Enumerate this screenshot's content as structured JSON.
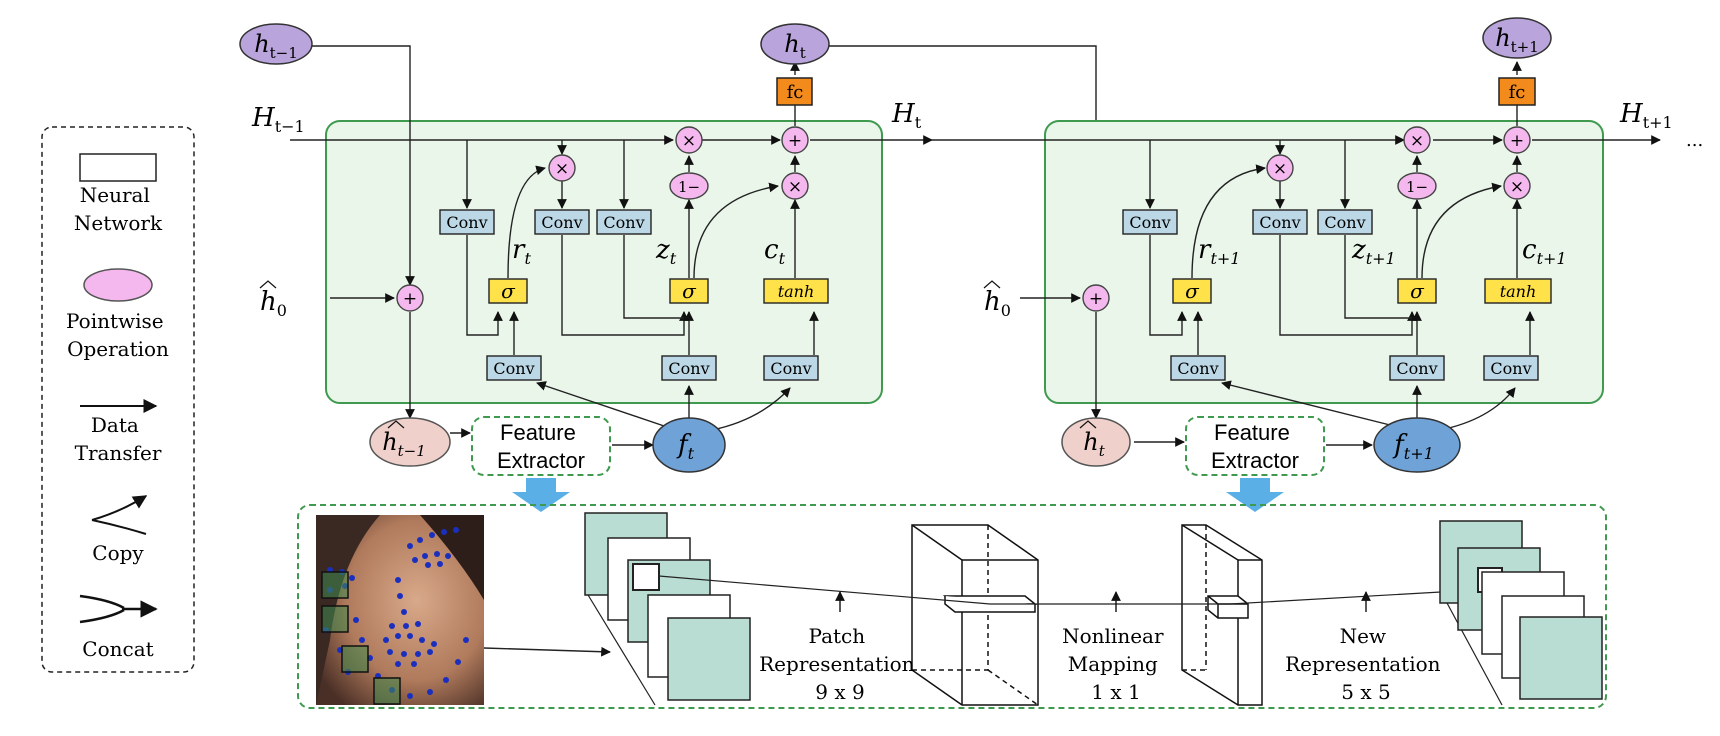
{
  "legend": {
    "neural_network": [
      "Neural",
      "Network"
    ],
    "pointwise": [
      "Pointwise",
      "Operation"
    ],
    "data_transfer": [
      "Data",
      "Transfer"
    ],
    "copy": "Copy",
    "concat": "Concat"
  },
  "ops": {
    "conv": "Conv",
    "fc": "fc",
    "sigma": "σ",
    "tanh": "tanh",
    "plus": "+",
    "times": "×",
    "one_minus": "1−"
  },
  "cell1": {
    "h_prev": "h",
    "h_prev_sub": "t−1",
    "h_out": "h",
    "h_out_sub": "t",
    "H_in": "H",
    "H_in_sub": "t−1",
    "H_out": "H",
    "H_out_sub": "t",
    "h0": "h",
    "h0_sub": "0",
    "hhat": "h",
    "hhat_sub": "t−1",
    "f": "f",
    "f_sub": "t",
    "r": "r",
    "r_sub": "t",
    "z": "z",
    "z_sub": "t",
    "c": "c",
    "c_sub": "t"
  },
  "cell2": {
    "h_out": "h",
    "h_out_sub": "t+1",
    "H_out": "H",
    "H_out_sub": "t+1",
    "ellipsis": "...",
    "h0": "h",
    "h0_sub": "0",
    "hhat": "h",
    "hhat_sub": "t",
    "f": "f",
    "f_sub": "t+1",
    "r": "r",
    "r_sub": "t+1",
    "z": "z",
    "z_sub": "t+1",
    "c": "c",
    "c_sub": "t+1"
  },
  "feature_extractor": [
    "Feature",
    "Extractor"
  ],
  "bottom": {
    "patch": [
      "Patch",
      "Representation",
      "9 x 9"
    ],
    "mapping": [
      "Nonlinear",
      "Mapping",
      "1 x 1"
    ],
    "new_rep": [
      "New",
      "Representation",
      "5 x 5"
    ]
  },
  "colors": {
    "cell_fill": "#eaf6ea",
    "cell_stroke": "#3f9a4f",
    "conv_fill": "#bcd8e6",
    "gate_fill": "#ffe14a",
    "fc_fill": "#f28a1c",
    "pointwise_fill": "#f4b8ee",
    "hidden_fill": "#b9a4dc",
    "hhat_fill": "#f0d0cb",
    "feature_fill": "#6fa3d8",
    "fmap_fill": "#b9ddd2",
    "arrow_blue": "#5ab0e6"
  }
}
